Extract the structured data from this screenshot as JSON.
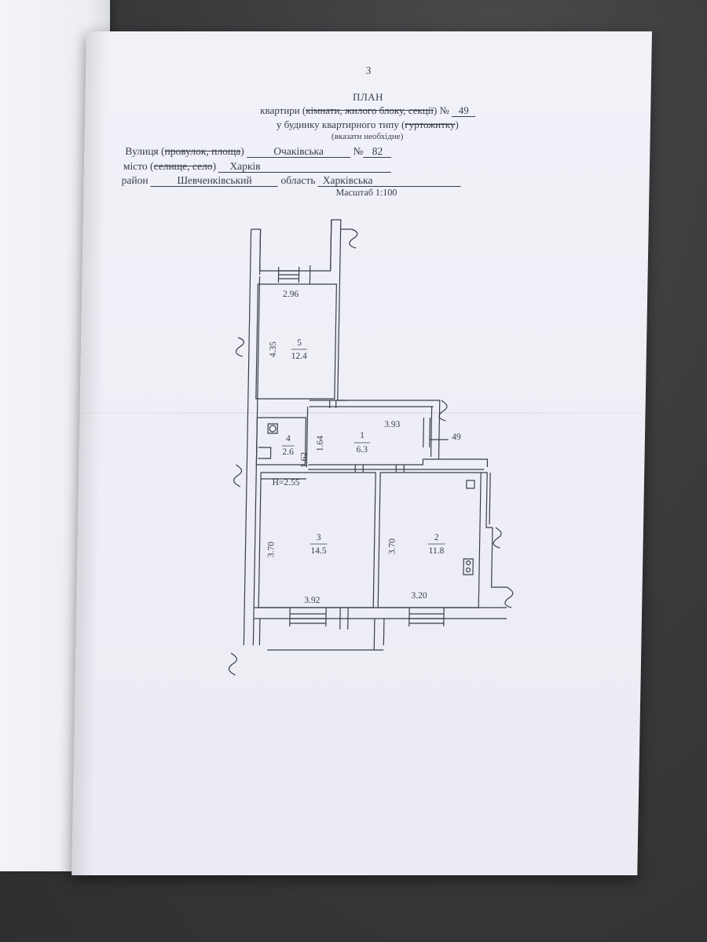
{
  "header": {
    "page_number": "3",
    "title": "ПЛАН",
    "line1_prefix": "квартири (",
    "line1_room": "кімнати",
    "line1_sep1": ", ",
    "line1_block": "жилого блоку",
    "line1_sep2": ", ",
    "line1_section": "секції",
    "line1_suffix": ") №",
    "apartment_number": "49",
    "line2_prefix": "у будинку квартирного типу (",
    "line2_hostel": "гуртожитку",
    "line2_suffix": ")",
    "line3": "(вказати необхідне)"
  },
  "address": {
    "street_label": "Вулиця (",
    "lane_label": "провулок",
    "square_sep": ", ",
    "square_label": "площа",
    "street_close": ")",
    "street_value": "Очаківська",
    "house_label": "№",
    "house_number": "82",
    "city_label": "місто (",
    "settlement_label": "селище",
    "village_sep": ", ",
    "village_label": "село",
    "city_close": ")",
    "city_value": "Харків",
    "district_label": "район",
    "district_value": "Шевченківський",
    "region_label": "область",
    "region_value": "Харківська",
    "scale": "Масштаб 1:100"
  },
  "plan": {
    "rooms": [
      {
        "number": "5",
        "area": "12.4"
      },
      {
        "number": "4",
        "area": "2.6"
      },
      {
        "number": "1",
        "area": "6.3"
      },
      {
        "number": "3",
        "area": "14.5"
      },
      {
        "number": "2",
        "area": "11.8"
      }
    ],
    "dimensions": {
      "room5_width": "2.96",
      "room5_length": "4.35",
      "hall_width": "3.93",
      "hall_length": "1.64",
      "bath_width": "1.62",
      "ceiling_height": "H=2.55",
      "room3_length": "3.70",
      "room3_width": "3.92",
      "room2_length": "3.70",
      "room2_width": "3.20"
    },
    "entrance_label": "49"
  }
}
